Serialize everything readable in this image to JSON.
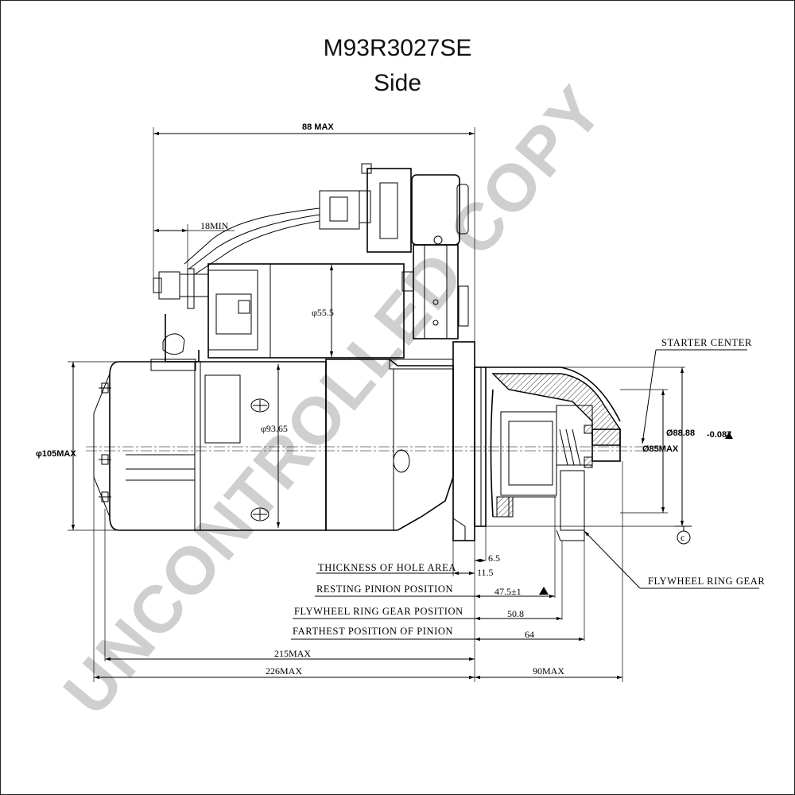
{
  "title": "M93R3027SE",
  "subtitle": "Side",
  "watermark": "UNCONTROLLED COPY",
  "dimensions": {
    "top_width": "88 MAX",
    "terminal_min": "18MIN",
    "solenoid_dia": "φ55.5",
    "body_dia": "φ93.65",
    "housing_max": "φ105MAX",
    "starter_center": "STARTER CENTER",
    "pilot_dia_main": "Ø88.88",
    "pilot_tol": "-0.087",
    "nose_dia": "Ø85MAX",
    "center_mark": "c",
    "d_6_5": "6.5",
    "d_11_5": "11.5",
    "d_47_5": "47.5±1",
    "d_50_8": "50.8",
    "d_64": "64",
    "d_215": "215MAX",
    "d_226": "226MAX",
    "d_90": "90MAX"
  },
  "labels": {
    "hole_thickness": "THICKNESS OF HOLE AREA",
    "resting_pinion": "RESTING PINION POSITION",
    "flywheel_position": "FLYWHEEL RING GEAR POSITION",
    "farthest_pinion": "FARTHEST POSITION OF  PINION",
    "flywheel_ring_gear": "FLYWHEEL RING GEAR"
  }
}
